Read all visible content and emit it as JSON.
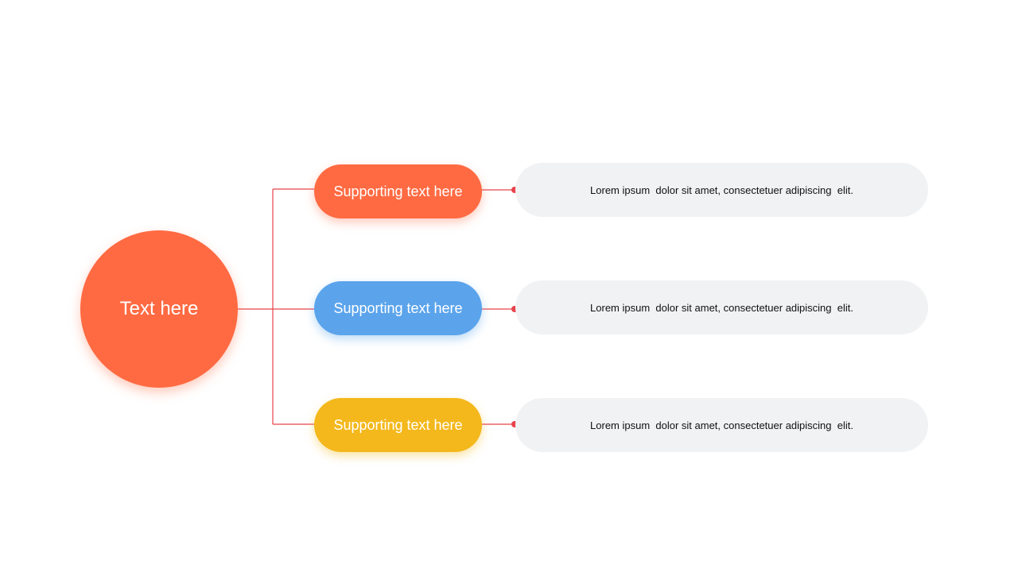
{
  "center": {
    "label": "Text here",
    "color": "#ff6a42"
  },
  "connector_color": "#e8434b",
  "branches": [
    {
      "label": "Supporting text here",
      "color": "#ff6a42",
      "shadow": "rgba(255,106,66,0.35)",
      "description": "Lorem ipsum  dolor sit amet, consectetuer adipiscing  elit."
    },
    {
      "label": "Supporting text here",
      "color": "#5ba4ec",
      "shadow": "rgba(91,164,236,0.40)",
      "description": "Lorem ipsum  dolor sit amet, consectetuer adipiscing  elit."
    },
    {
      "label": "Supporting text here",
      "color": "#f4b81c",
      "shadow": "rgba(244,184,28,0.40)",
      "description": "Lorem ipsum  dolor sit amet, consectetuer adipiscing  elit."
    }
  ],
  "description_bg": "#f1f2f4"
}
